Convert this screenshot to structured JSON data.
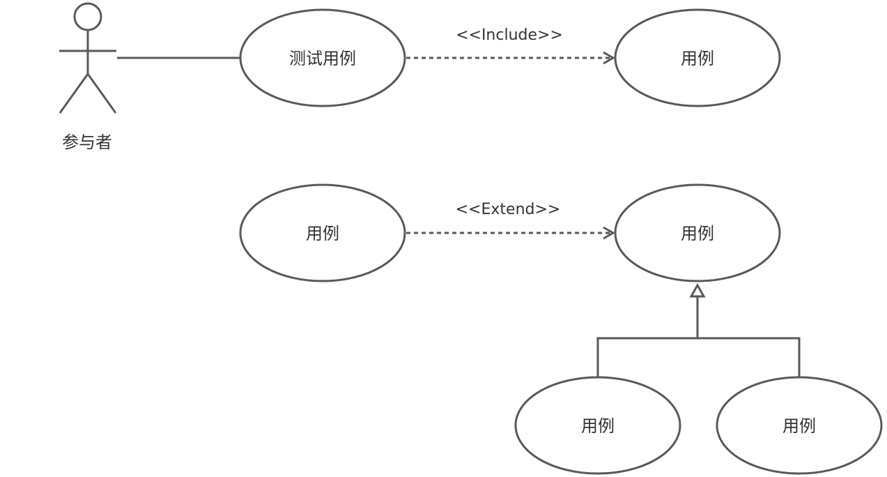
{
  "diagram": {
    "actor": {
      "label": "参与者"
    },
    "use_cases": {
      "test_case": "测试用例",
      "included_case": "用例",
      "extending_case": "用例",
      "extended_case": "用例",
      "child_left": "用例",
      "child_right": "用例"
    },
    "relations": {
      "include_label": "<<Include>>",
      "extend_label": "<<Extend>>"
    },
    "colors": {
      "stroke": "#595959",
      "text": "#333333",
      "background": "#ffffff"
    }
  }
}
